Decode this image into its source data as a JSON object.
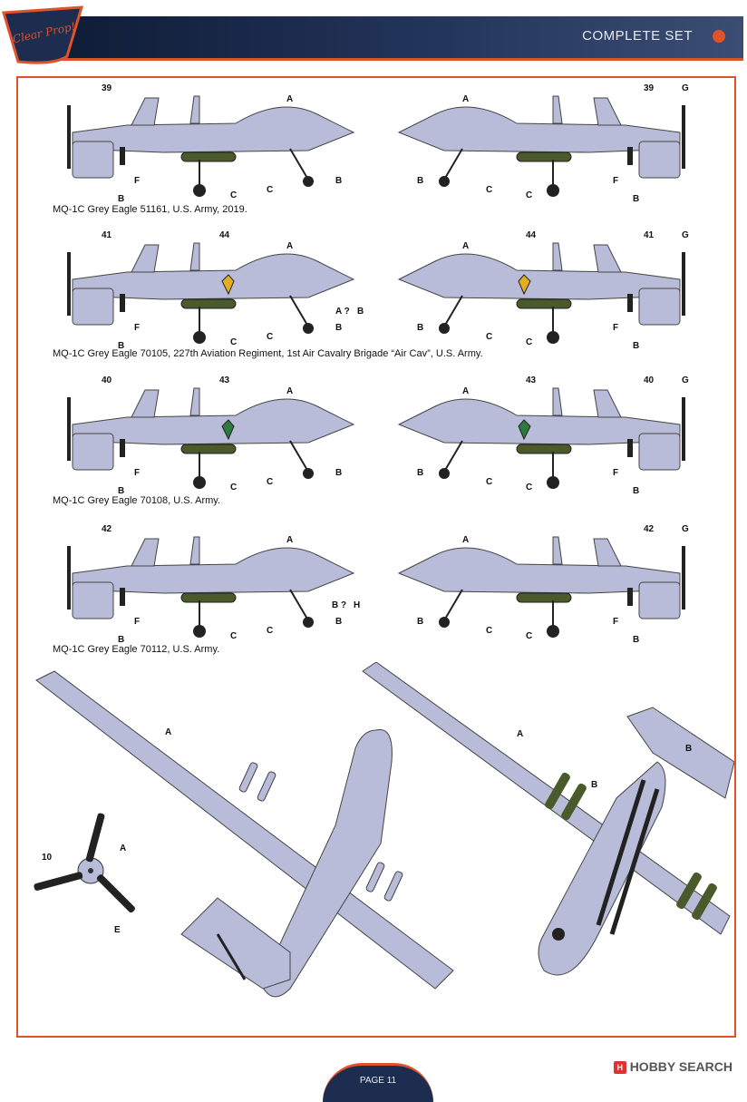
{
  "header": {
    "title": "COMPLETE SET",
    "logo_text": "Clear Prop!"
  },
  "profiles": [
    {
      "caption": "MQ-1C Grey Eagle 51161, U.S. Army, 2019.",
      "left_serial": "39",
      "right_serial": "39",
      "left_insignia": "",
      "right_insignia": ""
    },
    {
      "caption": "MQ-1C Grey Eagle 70105, 227th Aviation Regiment, 1st Air Cavalry Brigade “Air Cav”, U.S. Army.",
      "left_serial": "41",
      "right_serial": "41",
      "left_insignia": "44",
      "right_insignia": "44"
    },
    {
      "caption": "MQ-1C Grey Eagle 70108, U.S. Army.",
      "left_serial": "40",
      "right_serial": "40",
      "left_insignia": "43",
      "right_insignia": "43"
    },
    {
      "caption": "MQ-1C Grey Eagle 70112, U.S. Army.",
      "left_serial": "42",
      "right_serial": "42",
      "left_insignia": "",
      "right_insignia": ""
    }
  ],
  "labels": {
    "a": "A",
    "b": "B",
    "c": "C",
    "e": "E",
    "f": "F",
    "g": "G",
    "h": "H",
    "q": "?",
    "ten": "10"
  },
  "footer": {
    "page": "PAGE 11",
    "watermark": "HOBBY SEARCH",
    "watermark_icon": "H"
  },
  "colors": {
    "aircraft": "#b9bcd9",
    "accent": "#e0532a",
    "navy": "#1c2d4f",
    "pod": "#4a5a2a"
  }
}
